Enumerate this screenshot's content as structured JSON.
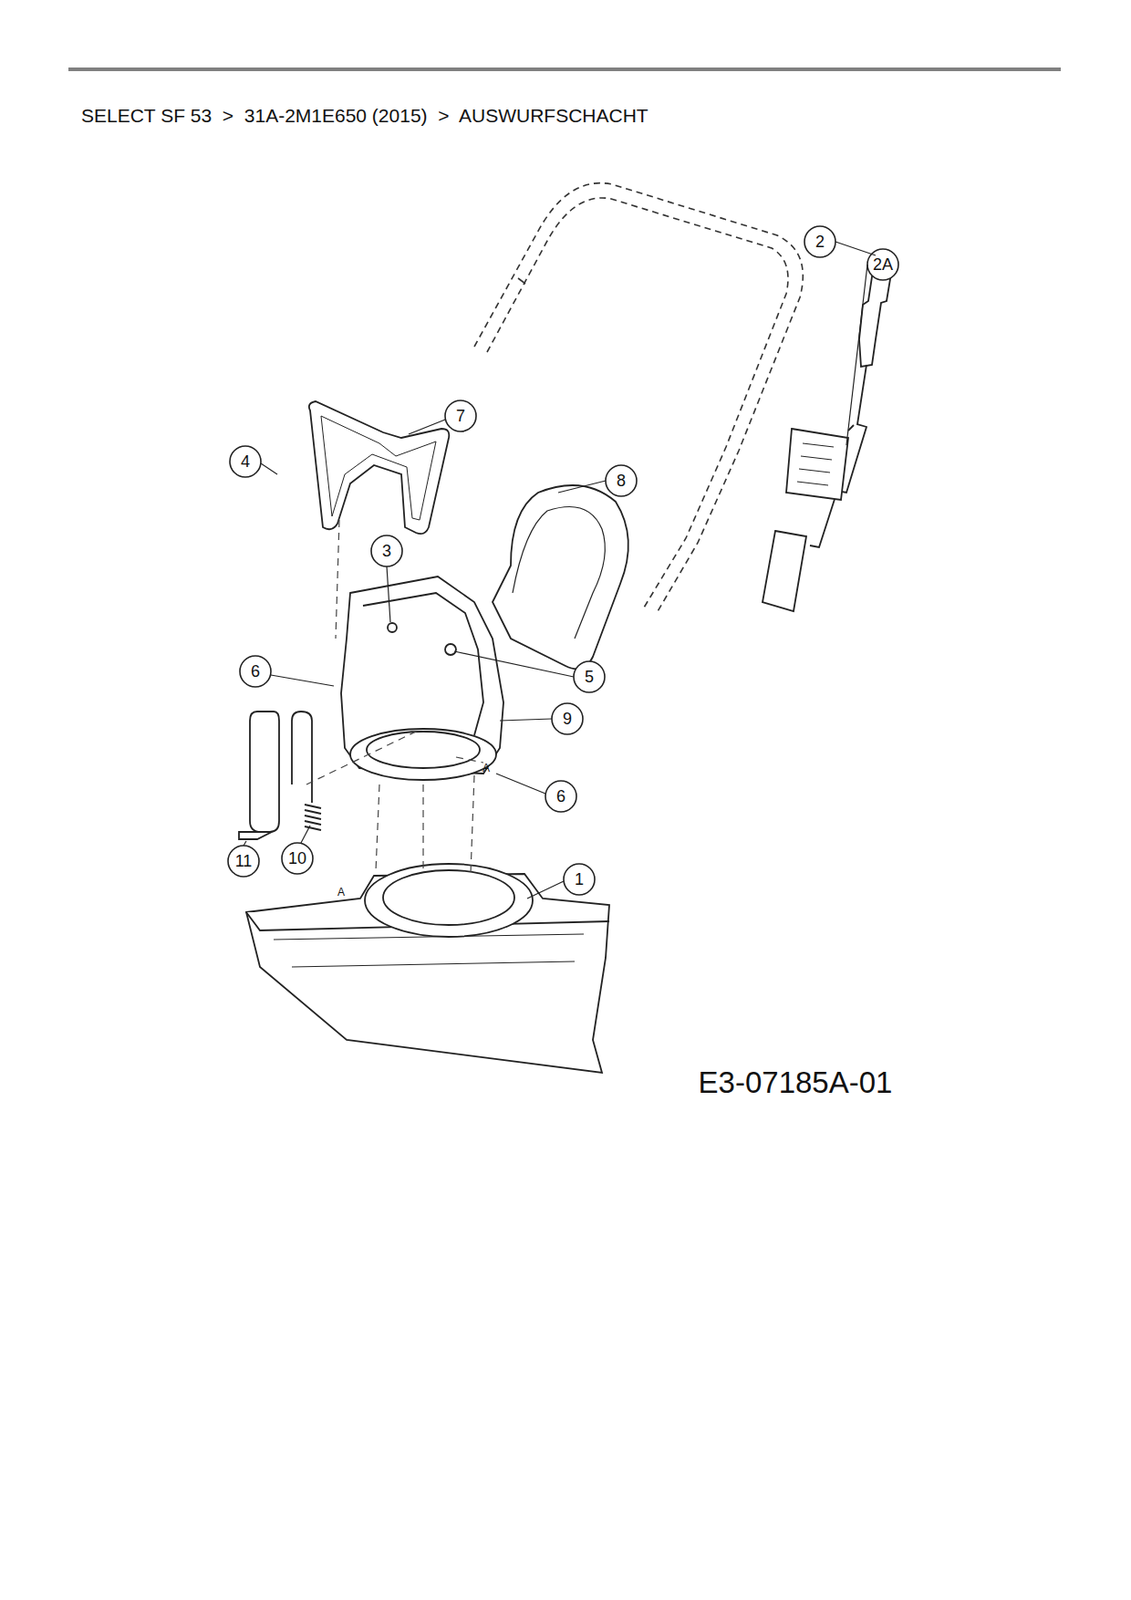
{
  "diagram": {
    "title": "SELECT SF 53  >  31A-2M1E650 (2015)  >  AUSWURFSCHACHT",
    "labels": [
      "2",
      "2A",
      "7",
      "4",
      "8",
      "3",
      "6",
      "5",
      "9",
      "A",
      "6",
      "11",
      "10",
      "A",
      "1",
      "E3-07185A-01"
    ]
  }
}
